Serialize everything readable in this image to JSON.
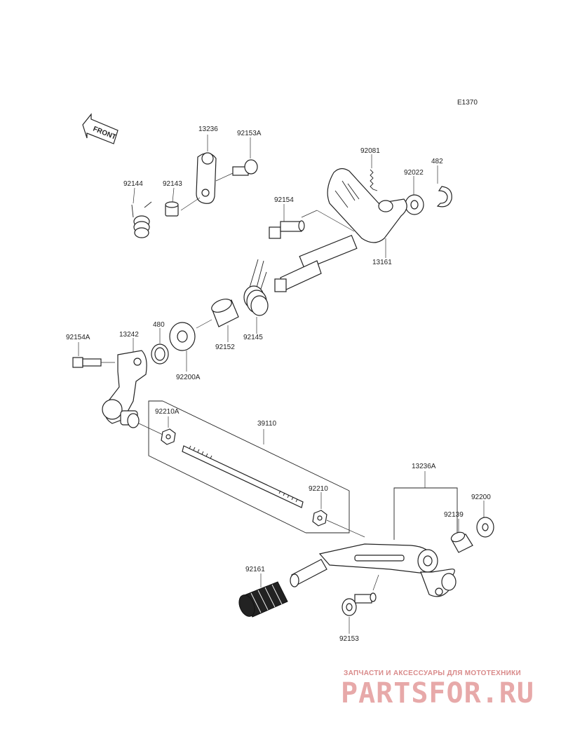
{
  "diagram": {
    "code": "E1370",
    "front_label": "FRONT",
    "parts": {
      "p13236": "13236",
      "p92153A": "92153A",
      "p92144": "92144",
      "p92143": "92143",
      "p92081": "92081",
      "p482": "482",
      "p92022": "92022",
      "p92154": "92154",
      "p13161": "13161",
      "p92154A": "92154A",
      "p13242": "13242",
      "p480": "480",
      "p92200A": "92200A",
      "p92152": "92152",
      "p92145": "92145",
      "p92210A": "92210A",
      "p39110": "39110",
      "p92210": "92210",
      "p13236A": "13236A",
      "p92200": "92200",
      "p92139": "92139",
      "p92161": "92161",
      "p92153": "92153"
    }
  },
  "watermark": {
    "tagline": "ЗАПЧАСТИ И АКСЕССУАРЫ ДЛЯ МОТОТЕХНИКИ",
    "brand": "PARTSFOR.RU",
    "color": "#e7a9a9"
  }
}
